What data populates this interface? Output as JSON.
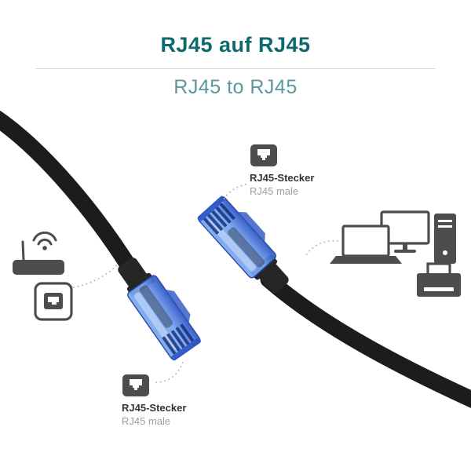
{
  "header": {
    "title": "RJ45 auf RJ45",
    "subtitle": "RJ45 to RJ45"
  },
  "annotations": {
    "top": {
      "title": "RJ45-Stecker",
      "subtitle": "RJ45 male"
    },
    "bottom": {
      "title": "RJ45-Stecker",
      "subtitle": "RJ45 male"
    }
  },
  "scene": {
    "left_icons": [
      "wifi-router",
      "wall-socket-port"
    ],
    "right_icons": [
      "laptop",
      "monitor",
      "pc-tower",
      "printer"
    ],
    "connectors": [
      "rj45-plug-upper",
      "rj45-plug-lower"
    ],
    "annotation_icon": "rj45-port"
  },
  "colors": {
    "title_color": "#0c6a6e",
    "subtitle_color": "#5d979b",
    "divider_color": "#d9d9d9",
    "cable_color": "#1c1c1c",
    "boot_color": "#262626",
    "plug_light": "#7aa7f2",
    "plug_dark": "#2b55c4",
    "plug_stroke": "#1e43a0",
    "pin_color": "#16307a",
    "device_color": "#4d4d4d",
    "ann_title_color": "#333333",
    "ann_sub_color": "#9e9e9e",
    "dot_color": "#b0b0b0"
  }
}
